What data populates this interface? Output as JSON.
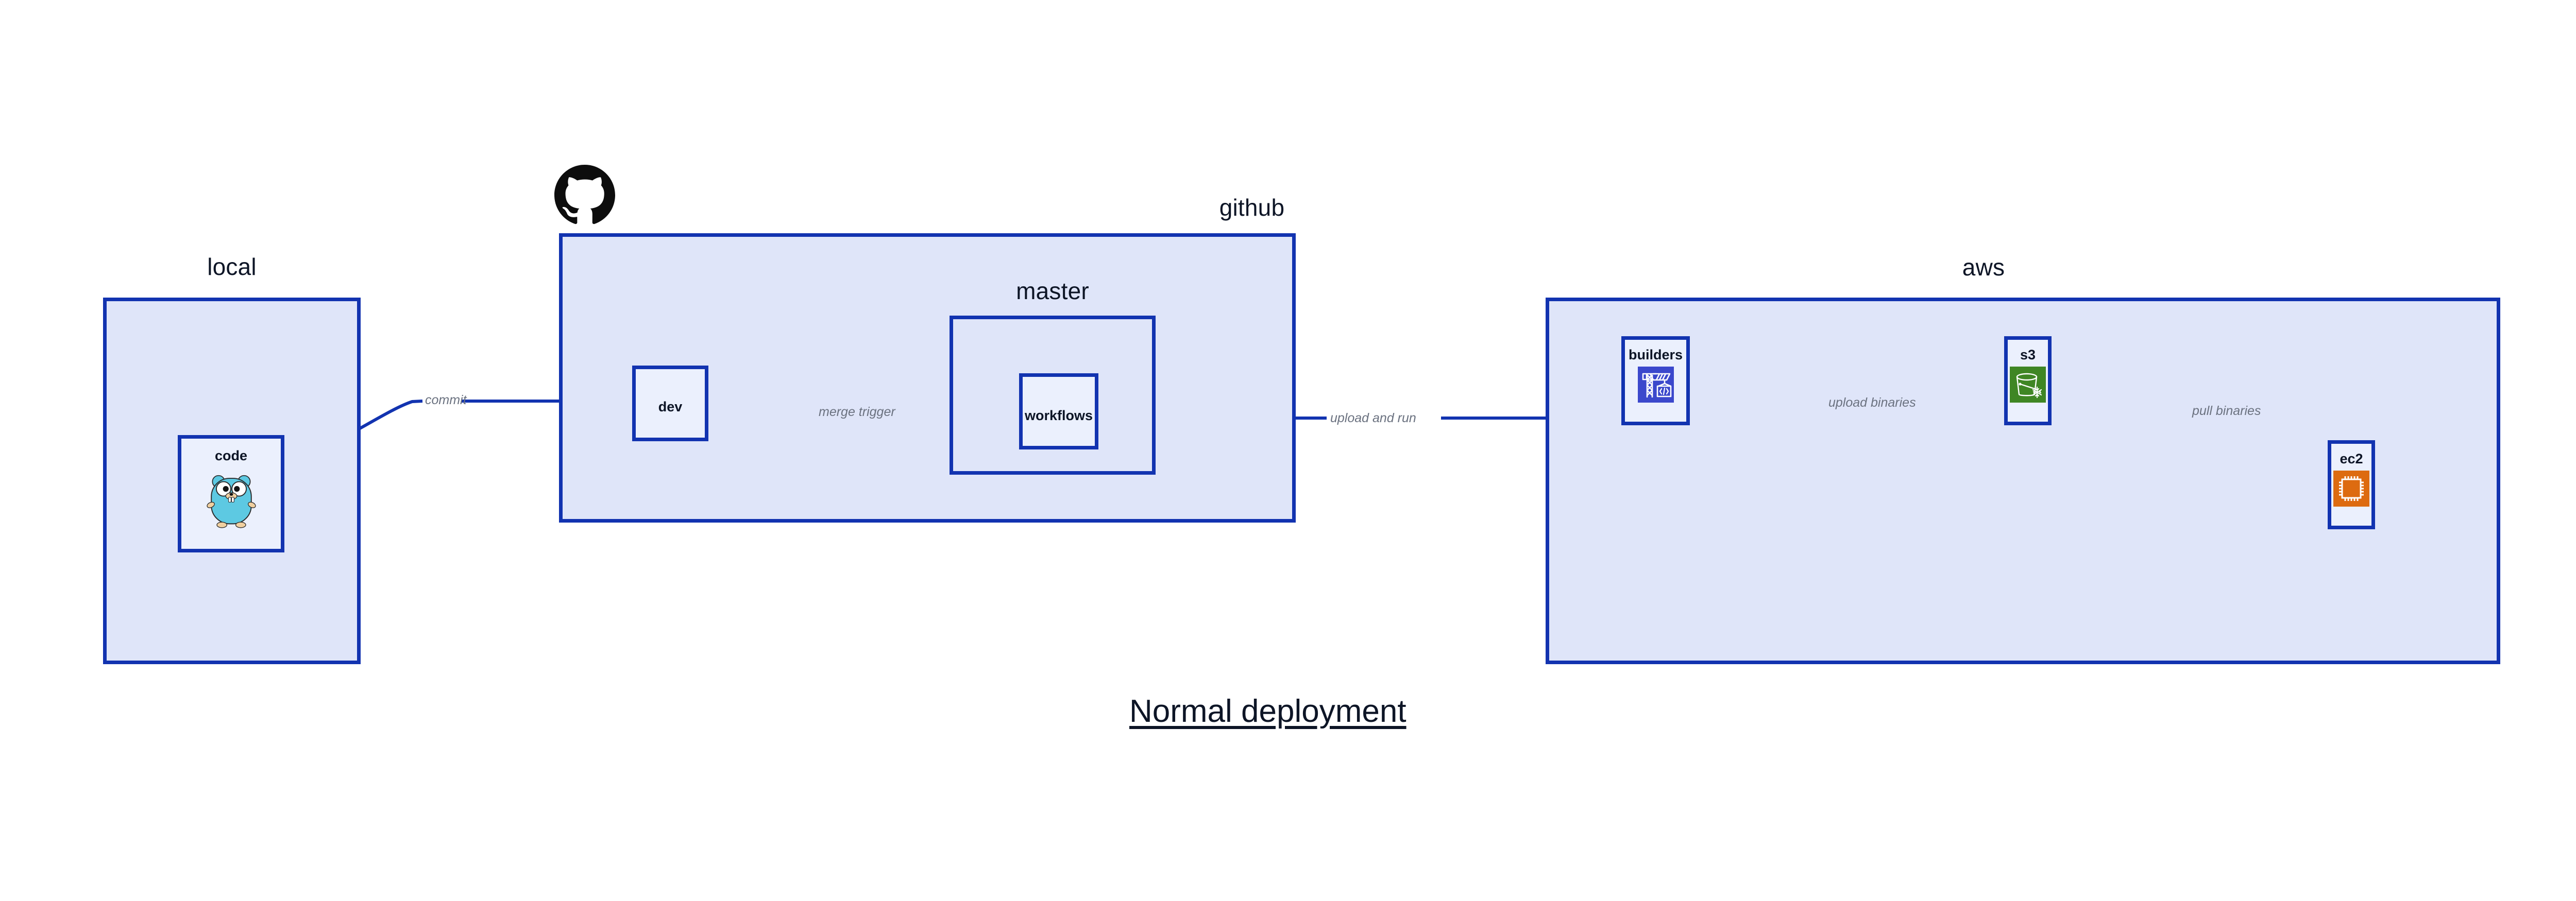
{
  "diagram": {
    "title": "Normal deployment",
    "accent_color": "#1233b0",
    "container_fill": "#dfe5f9",
    "node_fill": "#ebf0fd",
    "label_color": "#0d1526",
    "edge_label_color": "#6b7280",
    "background": "#ffffff"
  },
  "containers": [
    {
      "id": "local",
      "label": "local"
    },
    {
      "id": "github",
      "label": "github"
    },
    {
      "id": "master",
      "label": "master"
    },
    {
      "id": "aws",
      "label": "aws"
    }
  ],
  "nodes": [
    {
      "id": "code",
      "label": "code",
      "icon": "go-gopher-icon",
      "icon_color": "#5dc9e2"
    },
    {
      "id": "dev",
      "label": "dev",
      "icon": "none",
      "icon_color": ""
    },
    {
      "id": "workflows",
      "label": "workflows",
      "icon": "none",
      "icon_color": ""
    },
    {
      "id": "builders",
      "label": "builders",
      "icon": "aws-codebuild-crane-icon",
      "icon_color": "#3b48cc"
    },
    {
      "id": "s3",
      "label": "s3",
      "icon": "aws-s3-bucket-icon",
      "icon_color": "#3f8624"
    },
    {
      "id": "ec2",
      "label": "ec2",
      "icon": "aws-ec2-chip-icon",
      "icon_color": "#dd6b10"
    }
  ],
  "edges": [
    {
      "id": "code-to-dev",
      "label": "commit",
      "from": "code",
      "to": "dev"
    },
    {
      "id": "dev-to-workflows",
      "label": "merge trigger",
      "from": "dev",
      "to": "workflows"
    },
    {
      "id": "workflows-to-builders",
      "label": "upload and run",
      "from": "workflows",
      "to": "builders"
    },
    {
      "id": "builders-to-s3",
      "label": "upload binaries",
      "from": "builders",
      "to": "s3"
    },
    {
      "id": "s3-to-ec2",
      "label": "pull binaries",
      "from": "s3",
      "to": "ec2"
    }
  ],
  "logos": [
    {
      "id": "github-logo",
      "name": "github-octocat-logo",
      "color": "#0d0d0d"
    }
  ]
}
